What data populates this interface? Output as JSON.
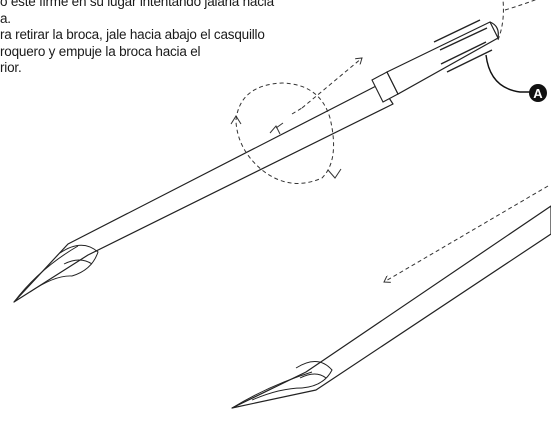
{
  "instructions": {
    "lines": [
      "o esté firme en su lugar intentando jalarla hacia",
      "a.",
      "ra retirar la broca, jale hacia abajo el casquillo",
      "roquero y empuje la broca hacia el",
      "rior."
    ]
  },
  "callout": {
    "label": "A"
  }
}
